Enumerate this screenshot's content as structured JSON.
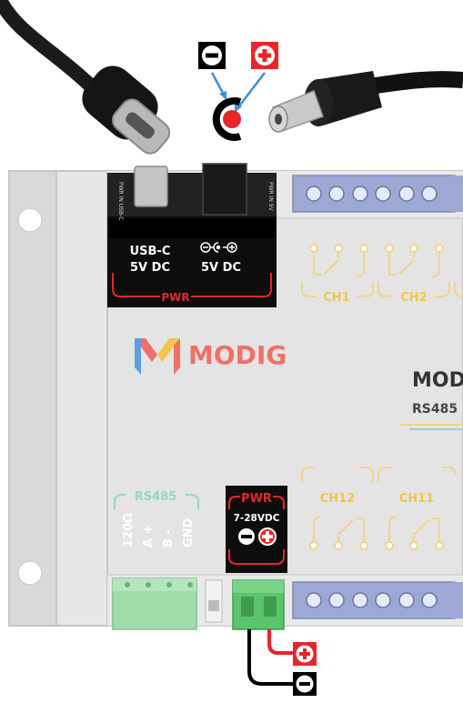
{
  "colors": {
    "board": "#e4e4e4",
    "board_edge": "#c6c6c6",
    "panel_black": "#0d0d0d",
    "pwr_red": "#e8262a",
    "terminal_blue": "#9ea8d4",
    "terminal_green": "#5cc46c",
    "rs485_teal": "#8fd8c9",
    "relay_yellow": "#f2d488",
    "logo_red": "#f07068",
    "logo_blue": "#5aa0e0",
    "logo_yellow": "#f2c44a"
  },
  "top_section": {
    "polarity_negative_icon": "minus-square-icon",
    "polarity_positive_icon": "plus-square-icon",
    "usb_cable": "usb-c-cable",
    "dc_plug": "dc-barrel-plug",
    "polarity_symbol": "center-positive-barrel-icon"
  },
  "board": {
    "power_panel": {
      "usb_label": "USB-C",
      "usb_voltage": "5V DC",
      "dc_voltage": "5V DC",
      "dc_icon": "barrel-polarity-icon",
      "bracket_label": "PWR",
      "pcb_text_left": "PWR IN USB-C",
      "pcb_text_right": "PWR IN 5V"
    },
    "logo": {
      "text": "MODIG",
      "icon": "modig-m-logo-icon"
    },
    "model_text_partial": "MOD",
    "model_sub_partial": "RS485",
    "channels_top": [
      "CH1",
      "CH2"
    ],
    "channels_bottom": [
      "CH12",
      "CH11"
    ],
    "rs485": {
      "bracket_label": "RS485",
      "pins": [
        "120Ω",
        "A +",
        "B -",
        "GND"
      ]
    },
    "pwr_input": {
      "bracket_label": "PWR",
      "voltage": "7-28VDC"
    },
    "relay_symbol": "relay-contact-icon"
  },
  "bottom_wires": {
    "positive_icon": "plus-square-icon",
    "negative_icon": "minus-square-icon"
  }
}
